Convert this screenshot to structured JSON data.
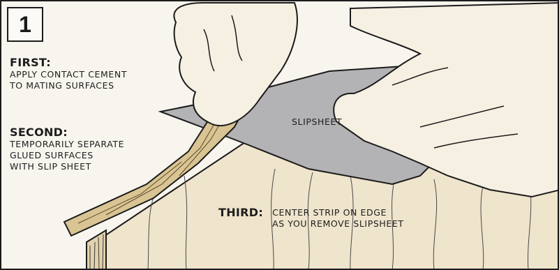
{
  "step": {
    "number": "1"
  },
  "first": {
    "heading": "FIRST:",
    "lines": [
      "APPLY CONTACT CEMENT",
      "TO MATING SURFACES"
    ]
  },
  "second": {
    "heading": "SECOND:",
    "lines": [
      "TEMPORARILY SEPARATE",
      "GLUED SURFACES",
      "WITH SLIP SHEET"
    ]
  },
  "slipsheet_label": "SLIPSHEET",
  "third": {
    "heading": "THIRD:",
    "lines": [
      "CENTER STRIP ON EDGE",
      "AS YOU REMOVE SLIPSHEET"
    ]
  },
  "colors": {
    "ink": "#1b1b1b",
    "paper": "#f8f5ee",
    "skin": "#f6f0e3",
    "sheet": "#b3b3b6",
    "veneer": "#d9c493",
    "wood_face": "#efe4cc"
  }
}
